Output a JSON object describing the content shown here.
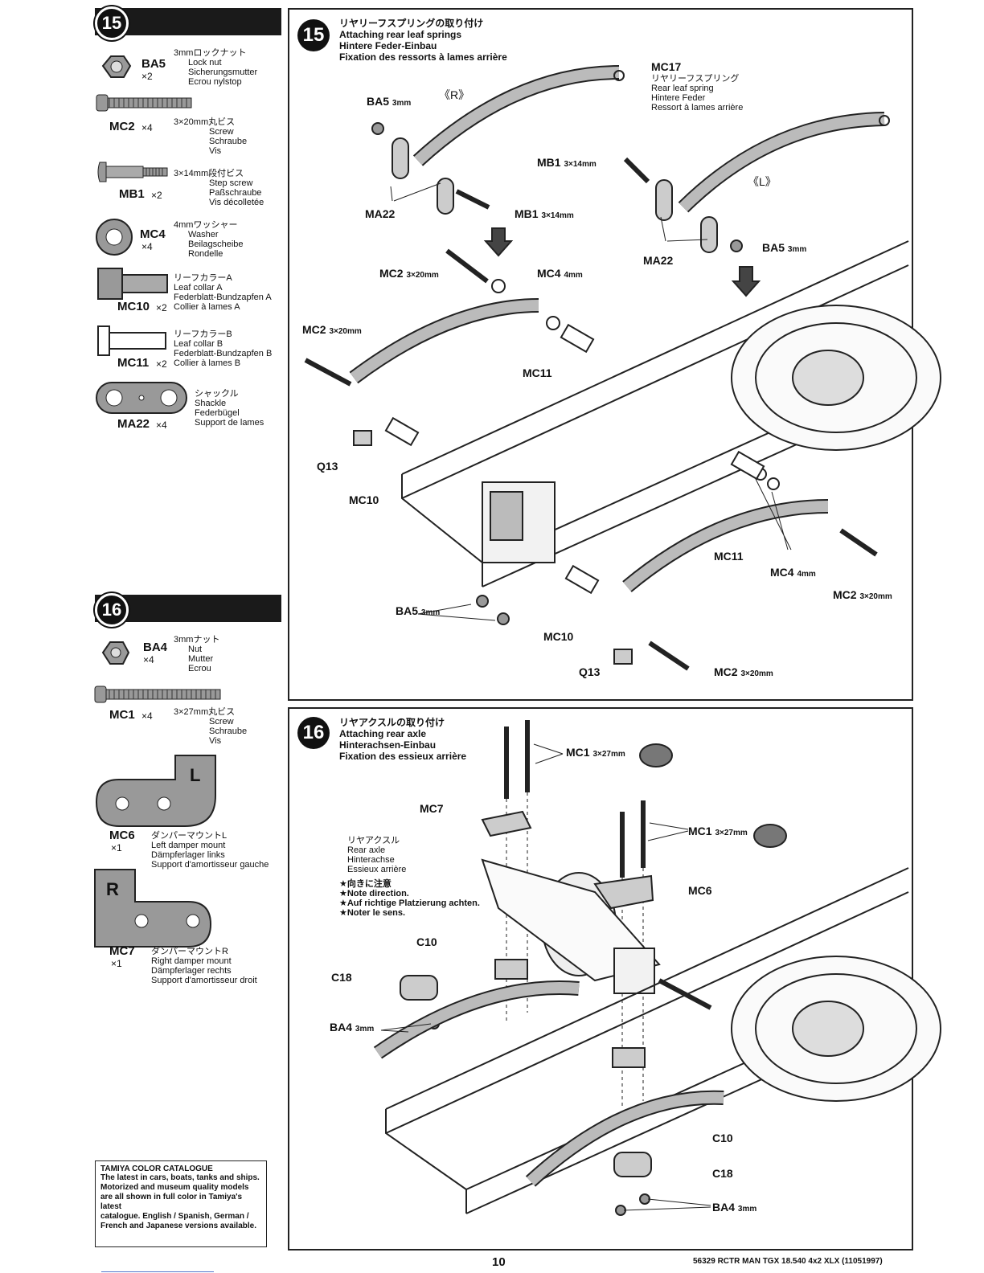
{
  "parts_list": {
    "step15": {
      "number": "15",
      "items": [
        {
          "code": "BA5",
          "qty": "×2",
          "desc": [
            "3mmロックナット",
            "Lock nut",
            "Sicherungsmutter",
            "Ecrou nylstop"
          ]
        },
        {
          "code": "MC2",
          "qty": "×4",
          "desc": [
            "3×20mm丸ビス",
            "Screw",
            "Schraube",
            "Vis"
          ]
        },
        {
          "code": "MB1",
          "qty": "×2",
          "desc": [
            "3×14mm段付ビス",
            "Step screw",
            "Paßschraube",
            "Vis décolletée"
          ]
        },
        {
          "code": "MC4",
          "qty": "×4",
          "desc": [
            "4mmワッシャー",
            "Washer",
            "Beilagscheibe",
            "Rondelle"
          ]
        },
        {
          "code": "MC10",
          "qty": "×2",
          "desc": [
            "リーフカラーA",
            "Leaf collar A",
            "Federblatt-Bundzapfen A",
            "Collier à lames A"
          ]
        },
        {
          "code": "MC11",
          "qty": "×2",
          "desc": [
            "リーフカラーB",
            "Leaf collar B",
            "Federblatt-Bundzapfen B",
            "Collier à lames B"
          ]
        },
        {
          "code": "MA22",
          "qty": "×4",
          "desc": [
            "シャックル",
            "Shackle",
            "Federbügel",
            "Support de lames"
          ]
        }
      ]
    },
    "step16": {
      "number": "16",
      "items": [
        {
          "code": "BA4",
          "qty": "×4",
          "desc": [
            "3mmナット",
            "Nut",
            "Mutter",
            "Ecrou"
          ]
        },
        {
          "code": "MC1",
          "qty": "×4",
          "desc": [
            "3×27mm丸ビス",
            "Screw",
            "Schraube",
            "Vis"
          ]
        },
        {
          "code": "MC6",
          "qty": "×1",
          "desc": [
            "ダンパーマウントL",
            "Left damper mount",
            "Dämpferlager links",
            "Support d'amortisseur gauche"
          ],
          "tag": "L"
        },
        {
          "code": "MC7",
          "qty": "×1",
          "desc": [
            "ダンパーマウントR",
            "Right damper mount",
            "Dämpferlager rechts",
            "Support d'amortisseur droit"
          ],
          "tag": "R"
        }
      ]
    }
  },
  "catalogue": {
    "title": "TAMIYA COLOR CATALOGUE",
    "lines": [
      "The latest in cars, boats, tanks and ships.",
      "Motorized and museum quality models",
      "are all shown in full color in Tamiya's latest",
      "catalogue. English / Spanish, German /",
      "French and Japanese versions available."
    ]
  },
  "panel15": {
    "number": "15",
    "title": [
      "リヤリーフスプリングの取り付け",
      "Attaching rear leaf springs",
      "Hintere Feder-Einbau",
      "Fixation des ressorts à lames arrière"
    ],
    "mc17": {
      "code": "MC17",
      "desc": [
        "リヤリーフスプリング",
        "Rear leaf spring",
        "Hintere Feder",
        "Ressort à lames arrière"
      ]
    },
    "labels": {
      "r": "《R》",
      "l": "《L》",
      "ba5_a": "BA5",
      "ba5_a_size": "3mm",
      "ma22_a": "MA22",
      "mb1_a": "MB1",
      "mb1_a_size": "3×14mm",
      "mb1_b": "MB1",
      "mb1_b_size": "3×14mm",
      "ma22_b": "MA22",
      "ba5_b": "BA5",
      "ba5_b_size": "3mm",
      "mc2_a": "MC2",
      "mc2_a_size": "3×20mm",
      "mc4_a": "MC4",
      "mc4_a_size": "4mm",
      "mc2_b": "MC2",
      "mc2_b_size": "3×20mm",
      "mc11_a": "MC11",
      "q13_a": "Q13",
      "mc10_a": "MC10",
      "mc11_b": "MC11",
      "mc4_b": "MC4",
      "mc4_b_size": "4mm",
      "mc2_c": "MC2",
      "mc2_c_size": "3×20mm",
      "ba5_c": "BA5",
      "ba5_c_size": "3mm",
      "mc10_b": "MC10",
      "q13_b": "Q13",
      "mc2_d": "MC2",
      "mc2_d_size": "3×20mm"
    }
  },
  "panel16": {
    "number": "16",
    "title": [
      "リヤアクスルの取り付け",
      "Attaching rear axle",
      "Hinterachsen-Einbau",
      "Fixation des essieux arrière"
    ],
    "axle": [
      "リヤアクスル",
      "Rear axle",
      "Hinterachse",
      "Essieux arrière"
    ],
    "note": [
      "★向きに注意",
      "★Note direction.",
      "★Auf richtige Platzierung achten.",
      "★Noter le sens."
    ],
    "labels": {
      "mc1_a": "MC1",
      "mc1_a_size": "3×27mm",
      "mc7": "MC7",
      "mc1_b": "MC1",
      "mc1_b_size": "3×27mm",
      "mc6": "MC6",
      "c10_a": "C10",
      "c18_a": "C18",
      "ba4_a": "BA4",
      "ba4_a_size": "3mm",
      "c10_b": "C10",
      "c18_b": "C18",
      "ba4_b": "BA4",
      "ba4_b_size": "3mm"
    }
  },
  "footer": {
    "page": "10",
    "code": "56329 RCTR MAN TGX 18.540 4x2 XLX (11051997)"
  }
}
